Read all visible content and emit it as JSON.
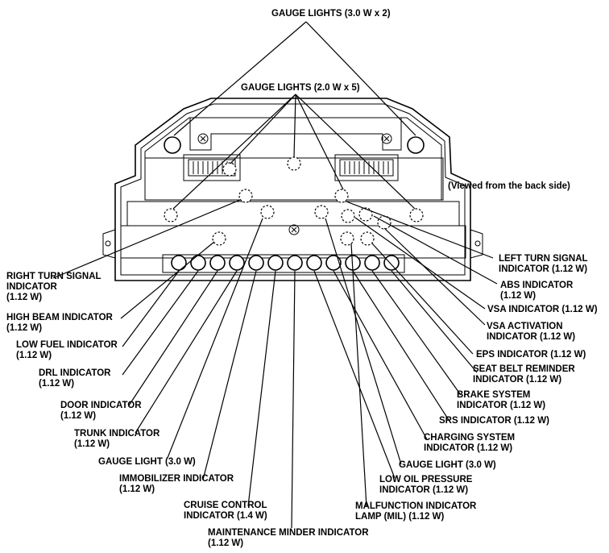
{
  "note": "(Viewed from the back side)",
  "labels": {
    "gauge_lights_top": "GAUGE LIGHTS (3.0 W x 2)",
    "gauge_lights_mid": "GAUGE LIGHTS (2.0 W x 5)",
    "right_turn_1": "RIGHT TURN SIGNAL",
    "right_turn_2": "INDICATOR",
    "right_turn_3": "(1.12 W)",
    "high_beam_1": "HIGH BEAM INDICATOR",
    "high_beam_2": "(1.12 W)",
    "low_fuel_1": "LOW FUEL INDICATOR",
    "low_fuel_2": "(1.12 W)",
    "drl_1": "DRL INDICATOR",
    "drl_2": "(1.12 W)",
    "door_1": "DOOR INDICATOR",
    "door_2": "(1.12 W)",
    "trunk_1": "TRUNK INDICATOR",
    "trunk_2": "(1.12 W)",
    "gauge_light_left": "GAUGE LIGHT (3.0 W)",
    "immobilizer_1": "IMMOBILIZER INDICATOR",
    "immobilizer_2": "(1.12 W)",
    "cruise_1": "CRUISE CONTROL",
    "cruise_2": "INDICATOR (1.4 W)",
    "maintenance_1": "MAINTENANCE MINDER INDICATOR",
    "maintenance_2": "(1.12 W)",
    "left_turn_1": "LEFT TURN SIGNAL",
    "left_turn_2": "INDICATOR (1.12 W)",
    "abs_1": "ABS INDICATOR",
    "abs_2": "(1.12 W)",
    "vsa": "VSA INDICATOR (1.12 W)",
    "vsa_act_1": "VSA ACTIVATION",
    "vsa_act_2": "INDICATOR (1.12 W)",
    "eps": "EPS INDICATOR (1.12 W)",
    "seatbelt_1": "SEAT BELT REMINDER",
    "seatbelt_2": "INDICATOR (1.12 W)",
    "brake_1": "BRAKE SYSTEM",
    "brake_2": "INDICATOR (1.12 W)",
    "srs": "SRS INDICATOR (1.12 W)",
    "charging_1": "CHARGING SYSTEM",
    "charging_2": "INDICATOR (1.12 W)",
    "gauge_light_right": "GAUGE LIGHT (3.0 W)",
    "low_oil_1": "LOW OIL PRESSURE",
    "low_oil_2": "INDICATOR (1.12 W)",
    "mil_1": "MALFUNCTION INDICATOR",
    "mil_2": "LAMP (MIL) (1.12 W)"
  }
}
